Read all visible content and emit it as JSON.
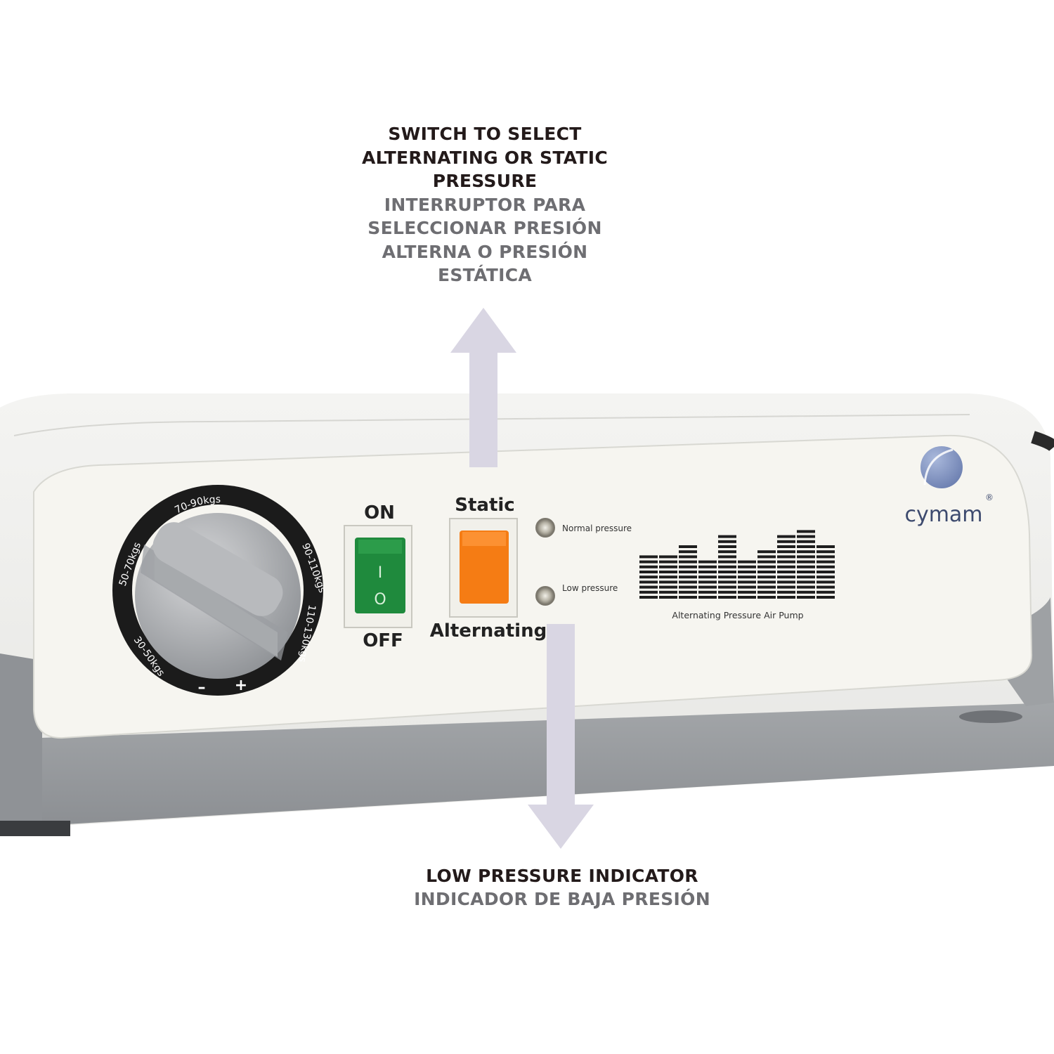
{
  "callouts": {
    "top": {
      "en_lines": [
        "SWITCH TO SELECT",
        "ALTERNATING OR STATIC",
        "PRESSURE"
      ],
      "es_lines": [
        "INTERRUPTOR PARA",
        "SELECCIONAR PRESIÓN",
        "ALTERNA O PRESIÓN",
        "ESTÁTICA"
      ]
    },
    "bottom": {
      "en": "LOW PRESSURE INDICATOR",
      "es": "INDICADOR DE BAJA PRESIÓN"
    }
  },
  "device": {
    "dial": {
      "ranges": [
        "70-90kgs",
        "90-110kgs",
        "110-130kgs",
        "30-50kgs",
        "50-70kgs"
      ],
      "minus": "–",
      "plus": "+"
    },
    "power_switch": {
      "on_label": "ON",
      "off_label": "OFF",
      "i_symbol": "I",
      "o_symbol": "O"
    },
    "mode_switch": {
      "top_label": "Static",
      "bottom_label": "Alternating"
    },
    "indicators": {
      "normal": "Normal pressure",
      "low": "Low pressure"
    },
    "product_name": "Alternating Pressure Air Pump",
    "brand": "cymam",
    "registered": "®"
  },
  "colors": {
    "arrow": "#d9d6e3",
    "power_switch": "#1f8a3d",
    "mode_switch": "#f57c14",
    "logo": "#7b8fbd"
  }
}
